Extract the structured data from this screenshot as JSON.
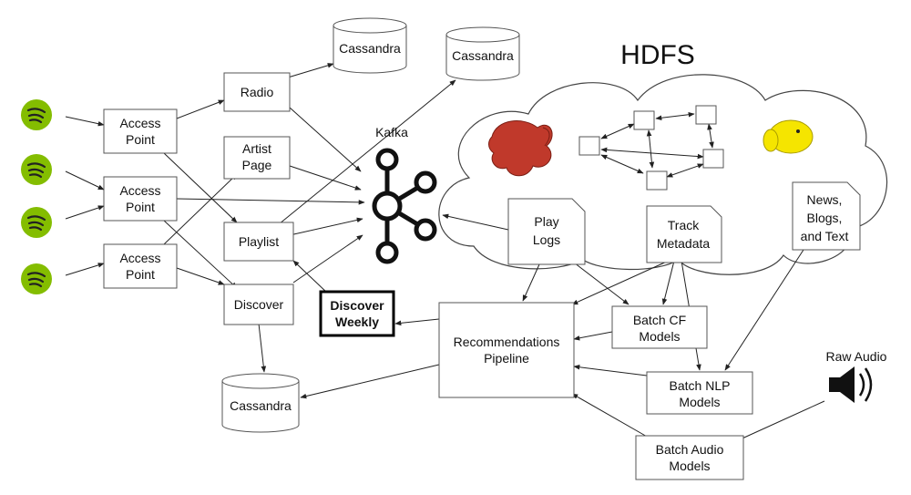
{
  "title": "HDFS",
  "labels": {
    "cassandra_top_left": "Cassandra",
    "cassandra_top_right": "Cassandra",
    "cassandra_bottom": "Cassandra",
    "kafka": "Kafka",
    "radio": "Radio",
    "artist_page": [
      "Artist",
      "Page"
    ],
    "playlist": "Playlist",
    "discover": "Discover",
    "discover_weekly": [
      "Discover",
      "Weekly"
    ],
    "access_point": [
      "Access",
      "Point"
    ],
    "play_logs": [
      "Play",
      "Logs"
    ],
    "track_metadata": [
      "Track",
      "Metadata"
    ],
    "news": [
      "News,",
      "Blogs,",
      "and Text"
    ],
    "recommendations_pipeline": [
      "Recommendations",
      "Pipeline"
    ],
    "batch_cf": [
      "Batch CF",
      "Models"
    ],
    "batch_nlp": [
      "Batch NLP",
      "Models"
    ],
    "batch_audio": [
      "Batch Audio",
      "Models"
    ],
    "raw_audio": "Raw Audio"
  },
  "colors": {
    "spotify_green": "#84bd00",
    "hadoop_yellow": "#f5e500",
    "elephant_red": "#c0392b",
    "kafka_black": "#111111"
  },
  "icons": [
    "spotify-logo-icon",
    "kafka-logo-icon",
    "hadoop-elephant-icon",
    "red-elephant-icon",
    "speaker-icon"
  ]
}
